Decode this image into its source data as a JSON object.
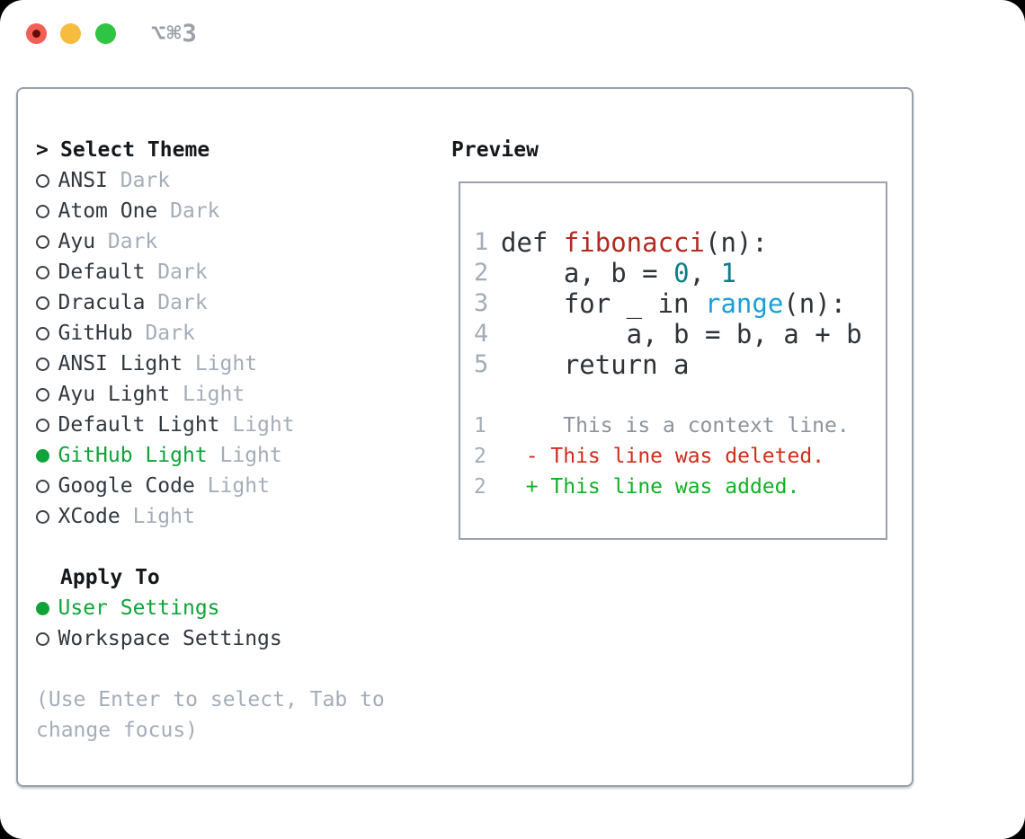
{
  "titlebar": {
    "title": "⌥⌘3"
  },
  "colors": {
    "accent_green": "#10a33a",
    "text_primary": "#32383f",
    "text_muted": "#a4adb8",
    "line_number": "#a3adb9",
    "code_default": "#2e3338",
    "code_function_red": "#b12b20",
    "code_number_teal": "#0d7e89",
    "code_builtin_blue": "#1a9fd9",
    "diff_context_gray": "#8d939b",
    "diff_deleted_red": "#d02c1a",
    "diff_added_green": "#10b224",
    "traffic_red": "#f35f56",
    "traffic_yellow": "#f6bc3f",
    "traffic_green": "#30c445"
  },
  "theme_picker": {
    "prompt": ">",
    "title": "Select Theme",
    "items": [
      {
        "label": "ANSI",
        "tag": "Dark",
        "selected": false
      },
      {
        "label": "Atom One",
        "tag": "Dark",
        "selected": false
      },
      {
        "label": "Ayu",
        "tag": "Dark",
        "selected": false
      },
      {
        "label": "Default",
        "tag": "Dark",
        "selected": false
      },
      {
        "label": "Dracula",
        "tag": "Dark",
        "selected": false
      },
      {
        "label": "GitHub",
        "tag": "Dark",
        "selected": false
      },
      {
        "label": "ANSI Light",
        "tag": "Light",
        "selected": false
      },
      {
        "label": "Ayu Light",
        "tag": "Light",
        "selected": false
      },
      {
        "label": "Default Light",
        "tag": "Light",
        "selected": false
      },
      {
        "label": "GitHub Light",
        "tag": "Light",
        "selected": true
      },
      {
        "label": "Google Code",
        "tag": "Light",
        "selected": false
      },
      {
        "label": "XCode",
        "tag": "Light",
        "selected": false
      }
    ]
  },
  "apply_to": {
    "title": "Apply To",
    "options": [
      {
        "label": "User Settings",
        "selected": true
      },
      {
        "label": "Workspace Settings",
        "selected": false
      }
    ]
  },
  "help_text": [
    "(Use Enter to select, Tab to",
    "change focus)"
  ],
  "preview": {
    "title": "Preview",
    "lines": [
      {
        "num": "1",
        "size": "code",
        "tokens": [
          {
            "t": "def ",
            "c": "code"
          },
          {
            "t": "fibonacci",
            "c": "func"
          },
          {
            "t": "(n):",
            "c": "code"
          }
        ]
      },
      {
        "num": "2",
        "size": "code",
        "tokens": [
          {
            "t": "    a, b = ",
            "c": "code"
          },
          {
            "t": "0",
            "c": "num"
          },
          {
            "t": ", ",
            "c": "code"
          },
          {
            "t": "1",
            "c": "num"
          }
        ]
      },
      {
        "num": "3",
        "size": "code",
        "tokens": [
          {
            "t": "    for _ in ",
            "c": "code"
          },
          {
            "t": "range",
            "c": "builtin"
          },
          {
            "t": "(n):",
            "c": "code"
          }
        ]
      },
      {
        "num": "4",
        "size": "code",
        "tokens": [
          {
            "t": "        a, b = b, a + b",
            "c": "code"
          }
        ]
      },
      {
        "num": "5",
        "size": "code",
        "tokens": [
          {
            "t": "    return a",
            "c": "code"
          }
        ]
      },
      {
        "spacer": true
      },
      {
        "num": "1",
        "size": "diff",
        "tokens": [
          {
            "t": "     This is a context line.",
            "c": "ctx"
          }
        ]
      },
      {
        "num": "2",
        "size": "diff",
        "tokens": [
          {
            "t": "  - This line was deleted.",
            "c": "del"
          }
        ]
      },
      {
        "num": "2",
        "size": "diff",
        "tokens": [
          {
            "t": "  + This line was added.",
            "c": "add"
          }
        ]
      }
    ]
  }
}
